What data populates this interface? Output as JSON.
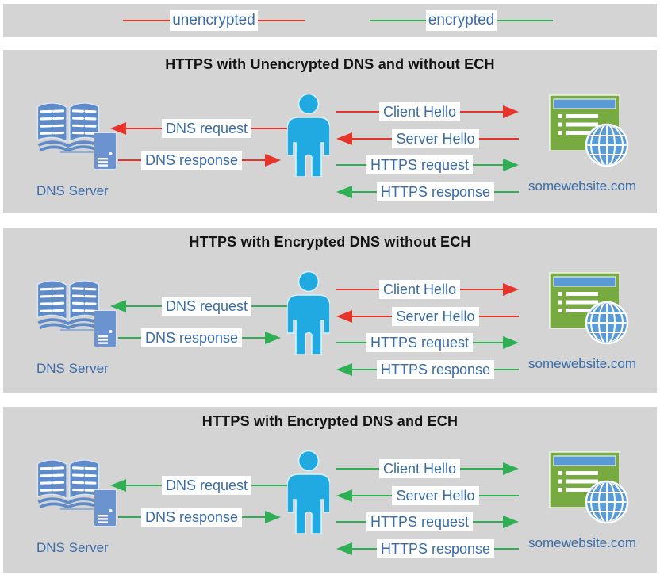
{
  "legend": {
    "items": [
      {
        "label": "unencrypted",
        "color": "red"
      },
      {
        "label": "encrypted",
        "color": "green"
      }
    ]
  },
  "colors": {
    "unencrypted_red": "#E8332B",
    "encrypted_green": "#2FAF54",
    "label_text_blue": "#3A6CA7",
    "panel_background": "#D4D4D4",
    "person_cyan": "#21A9E1",
    "book_server_blue": "#5F8BC9",
    "website_green": "#77AB41",
    "browser_bar_blue": "#5B9BD5"
  },
  "panels": [
    {
      "title": "HTTPS with Unencrypted DNS and without ECH",
      "dns_server_label": "DNS Server",
      "website_label": "somewebsite.com",
      "arrows": {
        "dns_request": {
          "label": "DNS request",
          "color": "red",
          "dir": "left"
        },
        "dns_response": {
          "label": "DNS response",
          "color": "red",
          "dir": "right"
        },
        "client_hello": {
          "label": "Client Hello",
          "color": "red",
          "dir": "right"
        },
        "server_hello": {
          "label": "Server Hello",
          "color": "red",
          "dir": "left"
        },
        "https_request": {
          "label": "HTTPS request",
          "color": "green",
          "dir": "right"
        },
        "https_response": {
          "label": "HTTPS response",
          "color": "green",
          "dir": "left"
        }
      }
    },
    {
      "title": "HTTPS with Encrypted DNS without ECH",
      "dns_server_label": "DNS Server",
      "website_label": "somewebsite.com",
      "arrows": {
        "dns_request": {
          "label": "DNS request",
          "color": "green",
          "dir": "left"
        },
        "dns_response": {
          "label": "DNS response",
          "color": "green",
          "dir": "right"
        },
        "client_hello": {
          "label": "Client Hello",
          "color": "red",
          "dir": "right"
        },
        "server_hello": {
          "label": "Server Hello",
          "color": "red",
          "dir": "left"
        },
        "https_request": {
          "label": "HTTPS request",
          "color": "green",
          "dir": "right"
        },
        "https_response": {
          "label": "HTTPS response",
          "color": "green",
          "dir": "left"
        }
      }
    },
    {
      "title": "HTTPS with Encrypted DNS and ECH",
      "dns_server_label": "DNS Server",
      "website_label": "somewebsite.com",
      "arrows": {
        "dns_request": {
          "label": "DNS request",
          "color": "green",
          "dir": "left"
        },
        "dns_response": {
          "label": "DNS response",
          "color": "green",
          "dir": "right"
        },
        "client_hello": {
          "label": "Client Hello",
          "color": "green",
          "dir": "right"
        },
        "server_hello": {
          "label": "Server Hello",
          "color": "green",
          "dir": "left"
        },
        "https_request": {
          "label": "HTTPS request",
          "color": "green",
          "dir": "right"
        },
        "https_response": {
          "label": "HTTPS response",
          "color": "green",
          "dir": "left"
        }
      }
    }
  ]
}
